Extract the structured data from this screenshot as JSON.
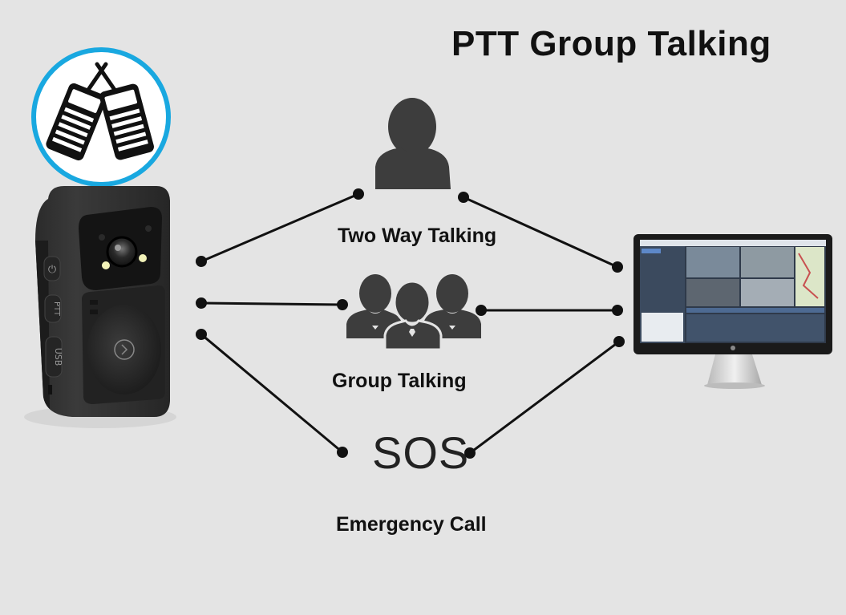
{
  "title": "PTT Group Talking",
  "modes": {
    "two_way": "Two Way Talking",
    "group": "Group Talking",
    "sos": "SOS",
    "emergency": "Emergency Call"
  },
  "device_buttons": {
    "power": "⏻",
    "ptt": "PTT",
    "usb": "USB"
  },
  "colors": {
    "background": "#e4e4e4",
    "accent_circle": "#19a8e0",
    "lines": "#111111",
    "icons": "#3d3d3d"
  },
  "icons": [
    "walkie-talkie-icon",
    "person-icon",
    "group-icon",
    "body-camera",
    "monitor"
  ]
}
